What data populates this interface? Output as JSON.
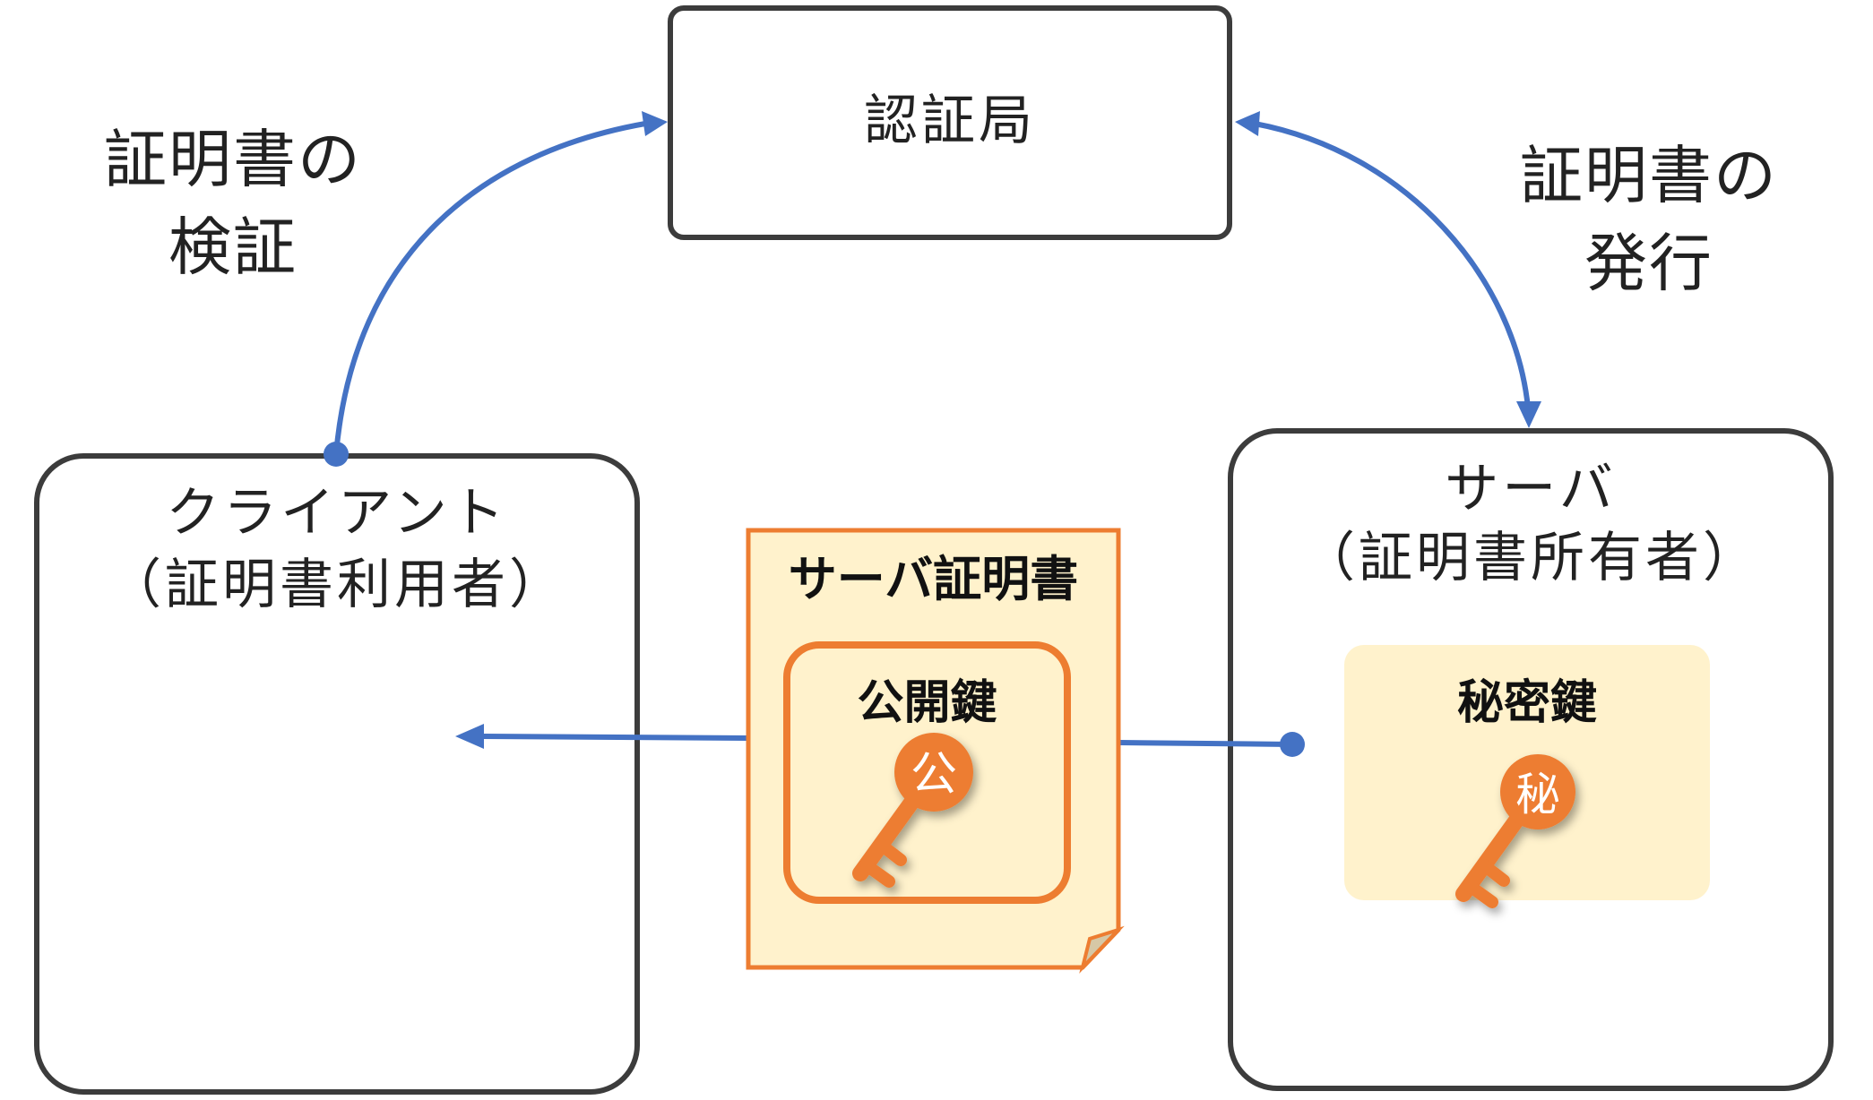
{
  "ca": {
    "label": "認証局"
  },
  "verify_label": [
    "証明書の",
    "検証"
  ],
  "issue_label": [
    "証明書の",
    "発行"
  ],
  "client": {
    "line1": "クライアント",
    "line2": "（証明書利用者）"
  },
  "server": {
    "line1": "サーバ",
    "line2": "（証明書所有者）"
  },
  "certificate": {
    "title": "サーバ証明書",
    "public_key_label": "公開鍵",
    "public_key_glyph": "公"
  },
  "private_key": {
    "label": "秘密鍵",
    "glyph": "秘"
  },
  "colors": {
    "arrow": "#4472c4",
    "orange": "#ed7d31",
    "cert_fill": "#fff2cc",
    "border": "#3c3c3c"
  }
}
